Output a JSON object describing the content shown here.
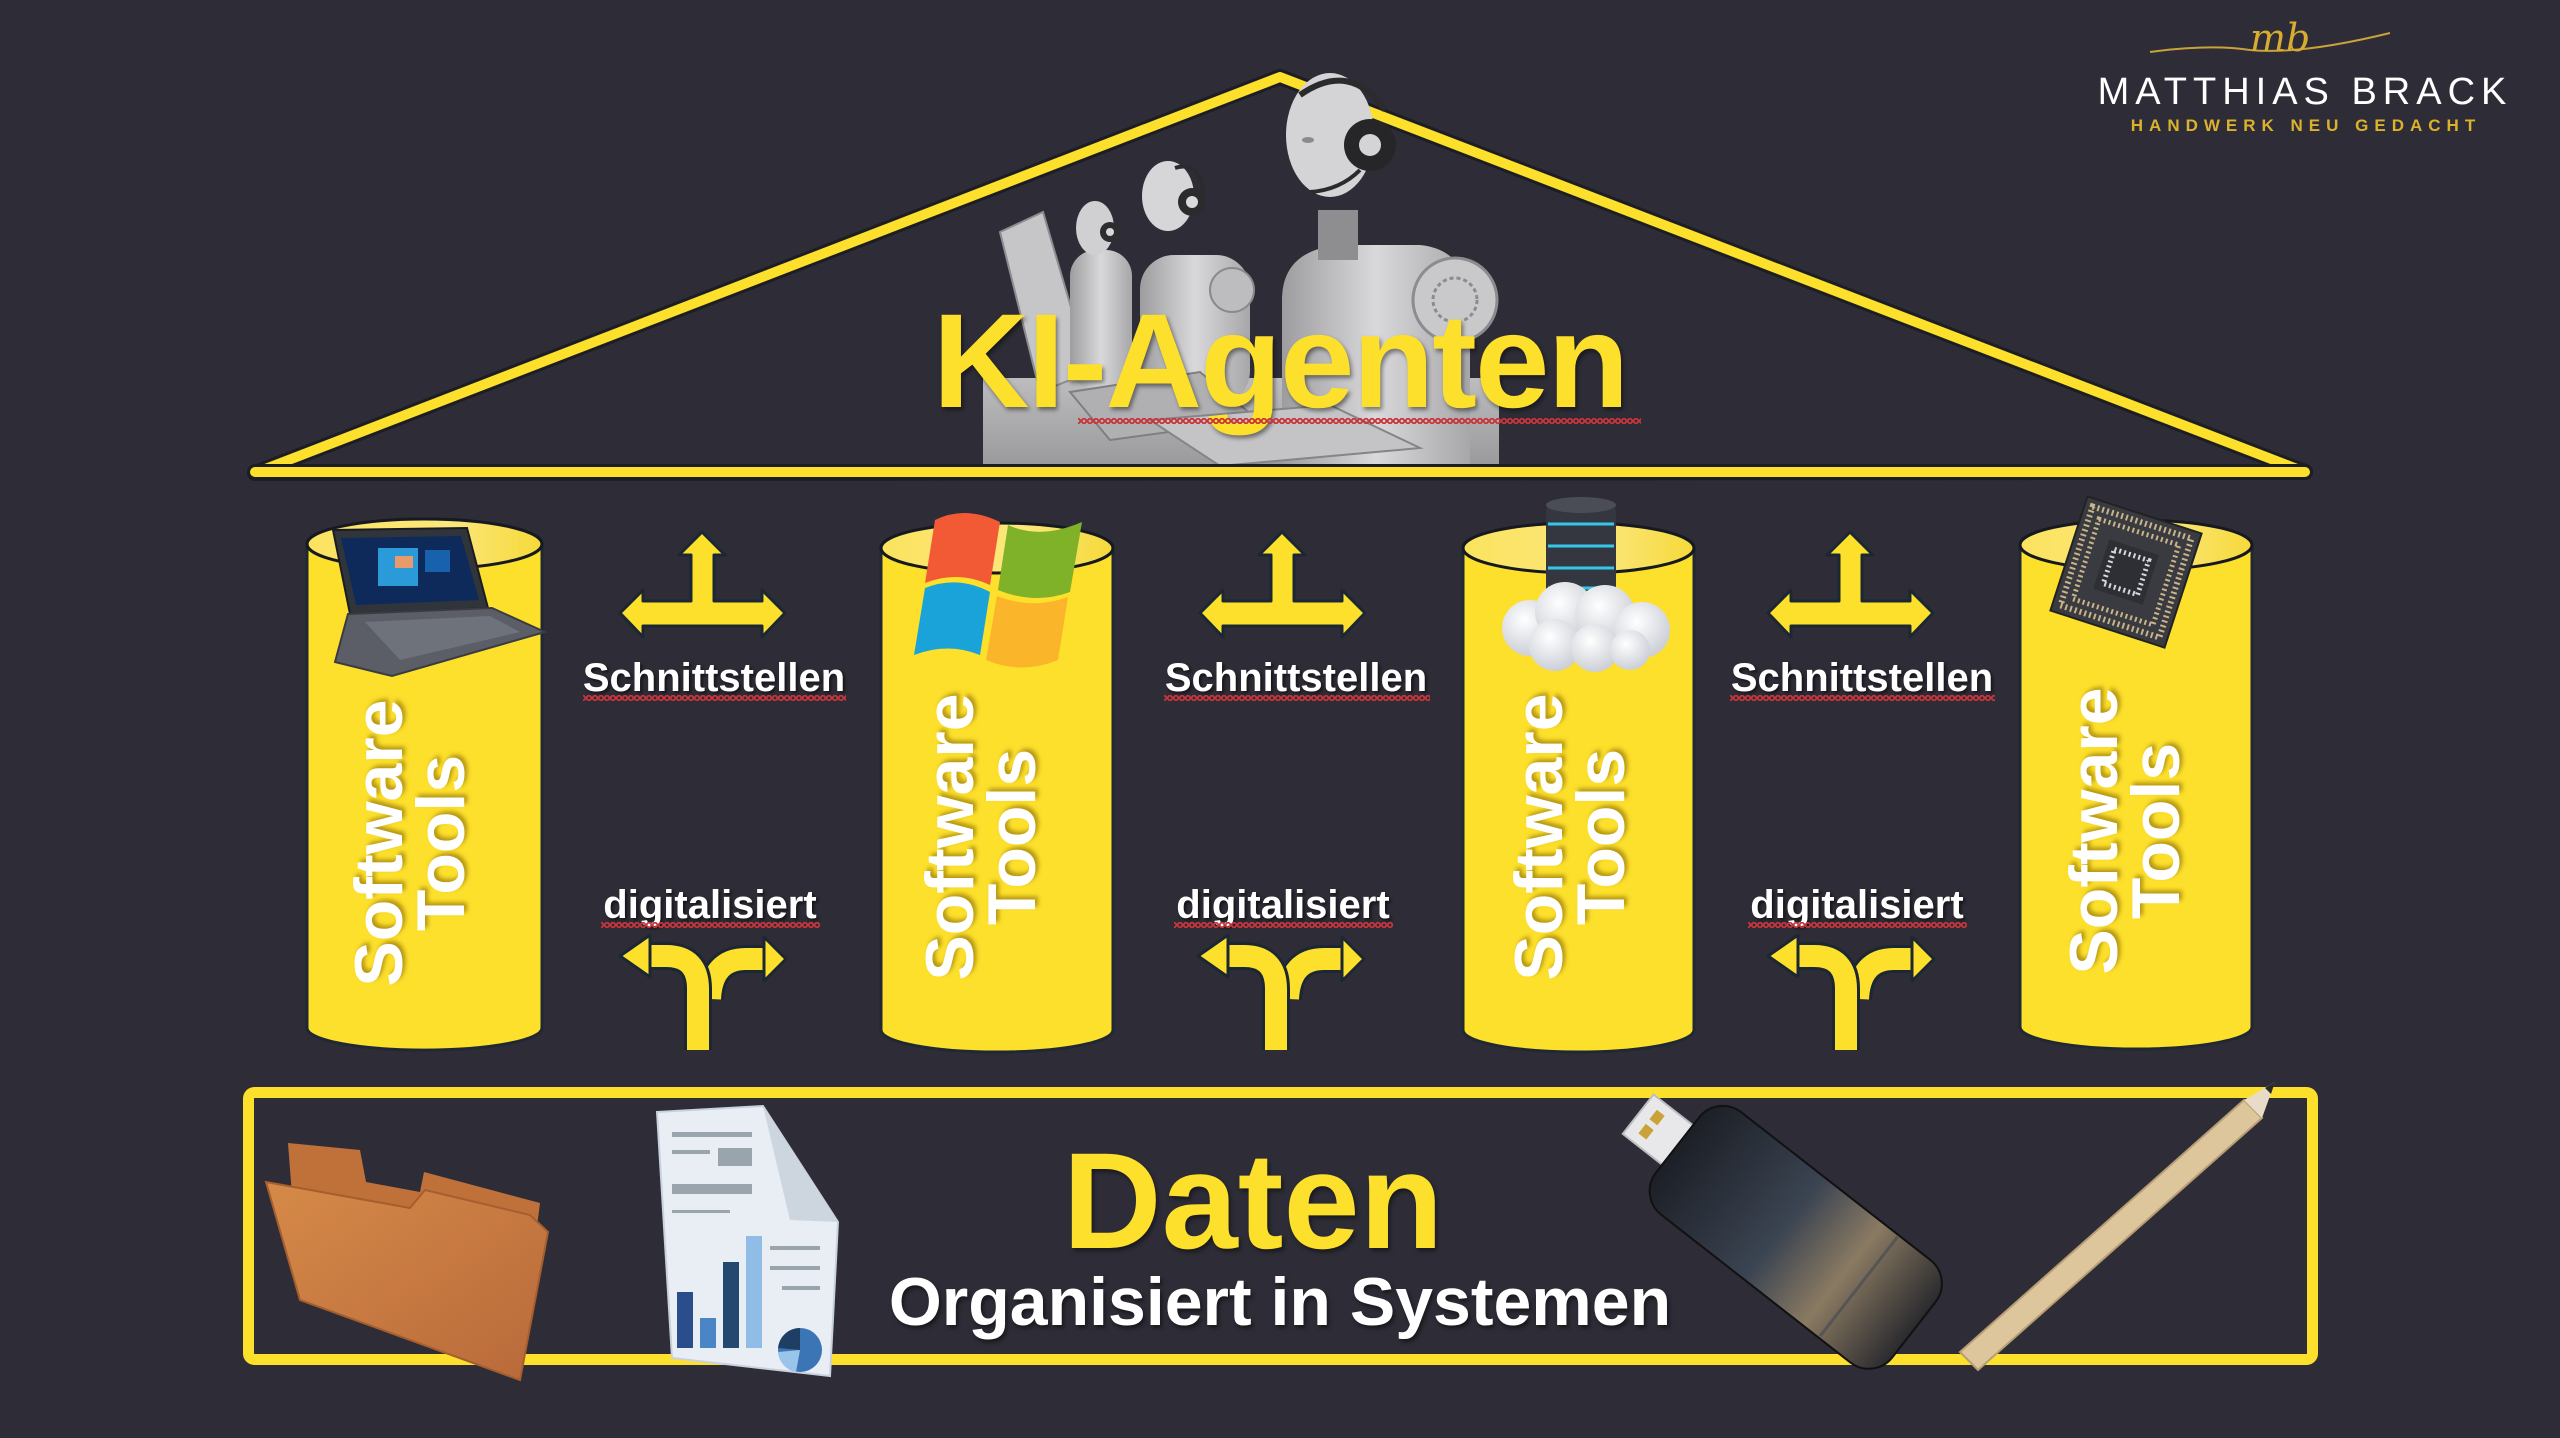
{
  "logo": {
    "signature": "mb",
    "name": "MATTHIAS BRACK",
    "tagline": "HANDWERK NEU GEDACHT"
  },
  "roof": {
    "title": "KI-Agenten",
    "image": "robots-with-headsets-at-laptops"
  },
  "pillars": [
    {
      "line1": "Software",
      "line2": "Tools",
      "icon": "laptop-icon"
    },
    {
      "line1": "Software",
      "line2": "Tools",
      "icon": "windows-logo-icon"
    },
    {
      "line1": "Software",
      "line2": "Tools",
      "icon": "server-cloud-icon"
    },
    {
      "line1": "Software",
      "line2": "Tools",
      "icon": "cpu-chip-icon"
    }
  ],
  "connectors": [
    {
      "top_label": "Schnittstellen",
      "top_icon": "three-way-arrow-icon",
      "bottom_label": "digitalisiert",
      "bottom_icon": "fork-arrow-icon"
    },
    {
      "top_label": "Schnittstellen",
      "top_icon": "three-way-arrow-icon",
      "bottom_label": "digitalisiert",
      "bottom_icon": "fork-arrow-icon"
    },
    {
      "top_label": "Schnittstellen",
      "top_icon": "three-way-arrow-icon",
      "bottom_label": "digitalisiert",
      "bottom_icon": "fork-arrow-icon"
    }
  ],
  "foundation": {
    "title": "Daten",
    "subtitle": "Organisiert in Systemen",
    "icons": [
      "folder-icon",
      "report-document-icon",
      "usb-stick-icon",
      "pencil-icon"
    ]
  },
  "colors": {
    "background": "#2e2d37",
    "accent_yellow": "#fde02b",
    "text_white": "#ffffff",
    "logo_gold": "#dcb22c"
  }
}
